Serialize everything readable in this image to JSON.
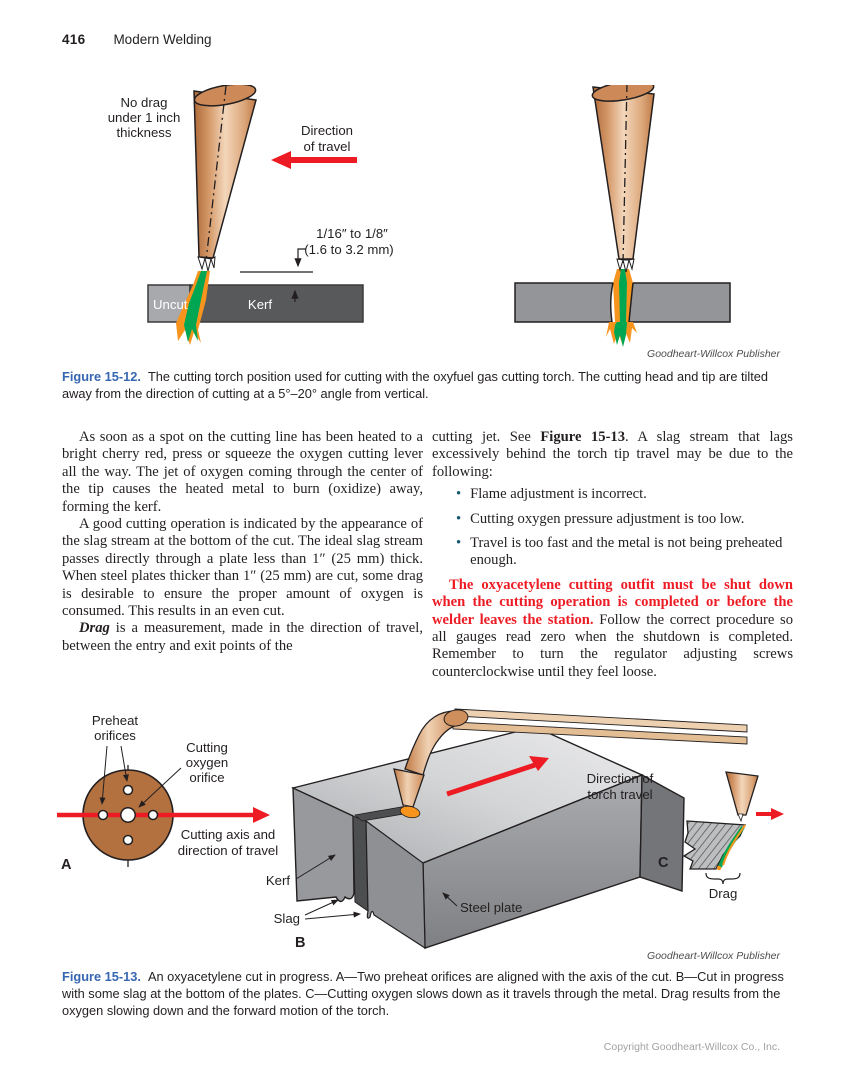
{
  "page": {
    "number": "416",
    "running_title": "Modern Welding",
    "copyright": "Copyright Goodheart-Willcox Co., Inc."
  },
  "colors": {
    "accent_red": "#ed1c24",
    "caption_blue": "#3767b0",
    "bullet_teal": "#16566e",
    "flame_green": "#00a651",
    "flame_orange": "#f7941d",
    "torch_tan": "#e7bd96",
    "plate_gray": "#939598",
    "plate_dark_gray": "#58595b",
    "tip_copper": "#b3713f"
  },
  "figure_15_12": {
    "labels": {
      "no_drag": [
        "No drag",
        "under 1 inch",
        "thickness"
      ],
      "direction": [
        "Direction",
        "of travel"
      ],
      "dimension": [
        "1/16″ to 1/8″",
        "(1.6 to 3.2 mm)"
      ],
      "uncut": "Uncut",
      "kerf": "Kerf"
    },
    "credit": "Goodheart-Willcox Publisher",
    "caption_label": "Figure 15-12.",
    "caption_text": "The cutting torch position used for cutting with the oxyfuel gas cutting torch. The cutting head and tip are tilted away from the direction of cutting at a 5°–20° angle from vertical."
  },
  "body": {
    "left": {
      "p1": "As soon as a spot on the cutting line has been heated to a bright cherry red, press or squeeze the oxygen cutting lever all the way. The jet of oxygen coming through the center of the tip causes the heated metal to burn (oxidize) away, forming the kerf.",
      "p2": "A good cutting operation is indicated by the appearance of the slag stream at the bottom of the cut. The ideal slag stream passes directly through a plate less than 1″ (25 mm) thick. When steel plates thicker than 1″ (25 mm) are cut, some drag is desirable to ensure the proper amount of oxygen is consumed. This results in an even cut.",
      "p3_term": "Drag",
      "p3_rest": " is a measurement, made in the direction of travel, between the entry and exit points of the"
    },
    "right": {
      "intro_pre": "cutting jet. See ",
      "intro_ref": "Figure 15-13",
      "intro_post": ". A slag stream that lags excessively behind the torch tip travel may be due to the following:",
      "bullets": [
        "Flame adjustment is incorrect.",
        "Cutting oxygen pressure adjustment is too low.",
        "Travel is too fast and the metal is not being preheated enough."
      ],
      "warning": "The oxyacetylene cutting outfit must be shut down when the cutting operation is completed or before the welder leaves the station.",
      "after_warning": " Follow the correct procedure so all gauges read zero when the shutdown is completed. Remember to turn the regulator adjusting screws counterclockwise until they feel loose."
    }
  },
  "figure_15_13": {
    "labels": {
      "preheat": [
        "Preheat",
        "orifices"
      ],
      "cutting_oxygen": [
        "Cutting",
        "oxygen",
        "orifice"
      ],
      "cutting_axis": [
        "Cutting axis and",
        "direction of travel"
      ],
      "part_a": "A",
      "part_b": "B",
      "part_c": "C",
      "kerf": "Kerf",
      "slag": "Slag",
      "steel_plate": "Steel plate",
      "direction": [
        "Direction of",
        "torch travel"
      ],
      "drag": "Drag"
    },
    "credit": "Goodheart-Willcox Publisher",
    "caption_label": "Figure 15-13.",
    "caption_text": "An oxyacetylene cut in progress. A—Two preheat orifices are aligned with the axis of the cut. B—Cut in progress with some slag at the bottom of the plates. C—Cutting oxygen slows down as it travels through the metal. Drag results from the oxygen slowing down and the forward motion of the torch."
  }
}
